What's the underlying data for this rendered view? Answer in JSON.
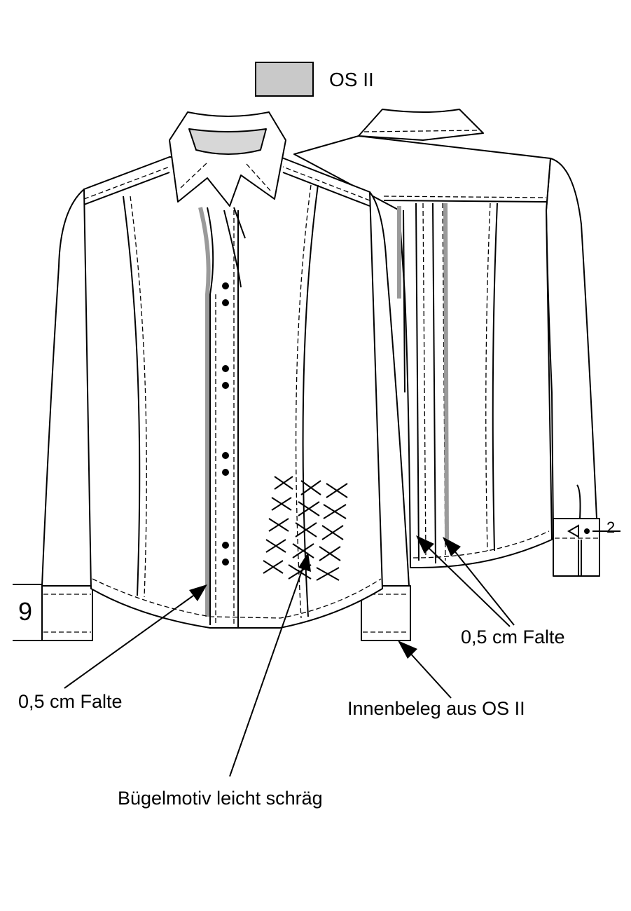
{
  "legend": {
    "swatch_color": "#c9c9c9",
    "label": "OS II"
  },
  "measurements": {
    "cuff_height": "9",
    "back_cuff_detail": "2"
  },
  "annotations": {
    "front_fold": "0,5 cm Falte",
    "back_fold": "0,5 cm Falte",
    "cuff_lining": "Innenbeleg aus OS II",
    "iron_motif": "Bügelmotiv leicht schräg"
  },
  "colors": {
    "outline": "#000000",
    "accent_fabric": "#c9c9c9"
  }
}
